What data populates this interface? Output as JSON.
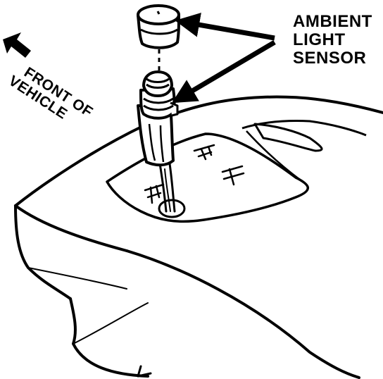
{
  "component_label": {
    "line1": "AMBIENT",
    "line2": "LIGHT",
    "line3": "SENSOR"
  },
  "orientation_label": {
    "line1": "FRONT OF",
    "line2": "VEHICLE"
  },
  "colors": {
    "ink": "#000000",
    "paper": "#ffffff"
  },
  "icons": {
    "orientation_arrow": "arrow-up-left-icon",
    "callout_arrows": "callout-arrow-icon"
  }
}
